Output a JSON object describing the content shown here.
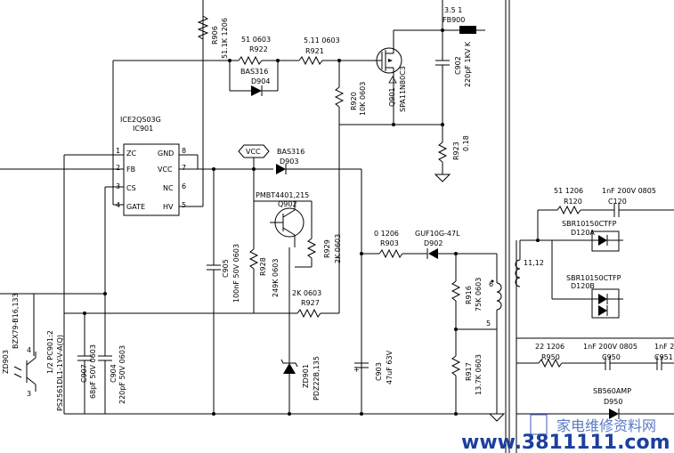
{
  "ic": {
    "name": "ICE2QS03G",
    "ref": "IC901",
    "pins_left": [
      {
        "n": "1",
        "l": "ZC"
      },
      {
        "n": "2",
        "l": "FB"
      },
      {
        "n": "3",
        "l": "CS"
      },
      {
        "n": "4",
        "l": "GATE"
      }
    ],
    "pins_right": [
      {
        "n": "8",
        "l": "GND"
      },
      {
        "n": "7",
        "l": "VCC"
      },
      {
        "n": "6",
        "l": "NC"
      },
      {
        "n": "5",
        "l": "HV"
      }
    ]
  },
  "labels": {
    "r906_ref": "R906",
    "r906_val": "51.1K 1206",
    "r922_val": "51 0603",
    "r922_ref": "R922",
    "d904_part": "BAS316",
    "d904_ref": "D904",
    "r921_val": "5.11 0603",
    "r921_ref": "R921",
    "r920_ref": "R920",
    "r920_val": "10K 0603",
    "q901_ref": "Q901",
    "q901_part": "SPA11N80C3",
    "fb900_val": "3.5 1",
    "fb900_ref": "FB900",
    "c902_ref": "C902",
    "c902_val": "220pF 1KV K",
    "r923_ref": "R923",
    "r923_val": "0.18",
    "vcc_tag": "VCC",
    "d903_part": "BAS316",
    "d903_ref": "D903",
    "q902_part": "PMBT4401,215",
    "q902_ref": "Q902",
    "c905_ref": "C905",
    "c905_val": "100nF 50V 0603",
    "r928_ref": "R928",
    "r928_val": "249K 0603",
    "r929_ref": "R929",
    "r929_val": "2K 0603",
    "r927_val": "2K 0603",
    "r927_ref": "R927",
    "zd901_ref": "ZD901",
    "zd901_part": "PDZ22B,135",
    "c903_ref": "C903",
    "c903_val": "47uF 63V",
    "r903_val": "0 1206",
    "r903_ref": "R903",
    "d902_part": "GUF10G-47L",
    "d902_ref": "D902",
    "r916_ref": "R916",
    "r916_val": "75K 0603",
    "r917_ref": "R917",
    "r917_val": "13.7K 0603",
    "pin6": "6",
    "pin5": "5",
    "pin1112": "11,12",
    "r120_val": "51 1206",
    "r120_ref": "R120",
    "c120_val": "1nF 200V 0805",
    "c120_ref": "C120",
    "d120a_part": "SBR10150CTFP",
    "d120a_ref": "D120A",
    "d120b_part": "SBR10150CTFP",
    "d120b_ref": "D120B",
    "r950_val": "22 1206",
    "r950_ref": "R950",
    "c950_val": "1nF 200V 0805",
    "c950_ref": "C950",
    "c951_val": "1nF 2",
    "c951_ref": "C951",
    "d950_part": "SB560AMP",
    "d950_ref": "D950",
    "zd903_ref": "ZD903",
    "zd903_part": "BZX79-B16,133",
    "pc901_ref": "1/2 PC901:2",
    "pc901_part": "PS2561DL1-1Y-V-A(Q)",
    "opto_p4": "4",
    "opto_p3": "3",
    "c907_ref": "C907",
    "c907_val": "68pF 50V 0603",
    "c904_ref": "C904",
    "c904_val": "220pF 50V 0603"
  },
  "watermark": {
    "url": "www.3811111.com",
    "cn": "家电维修资料网"
  }
}
